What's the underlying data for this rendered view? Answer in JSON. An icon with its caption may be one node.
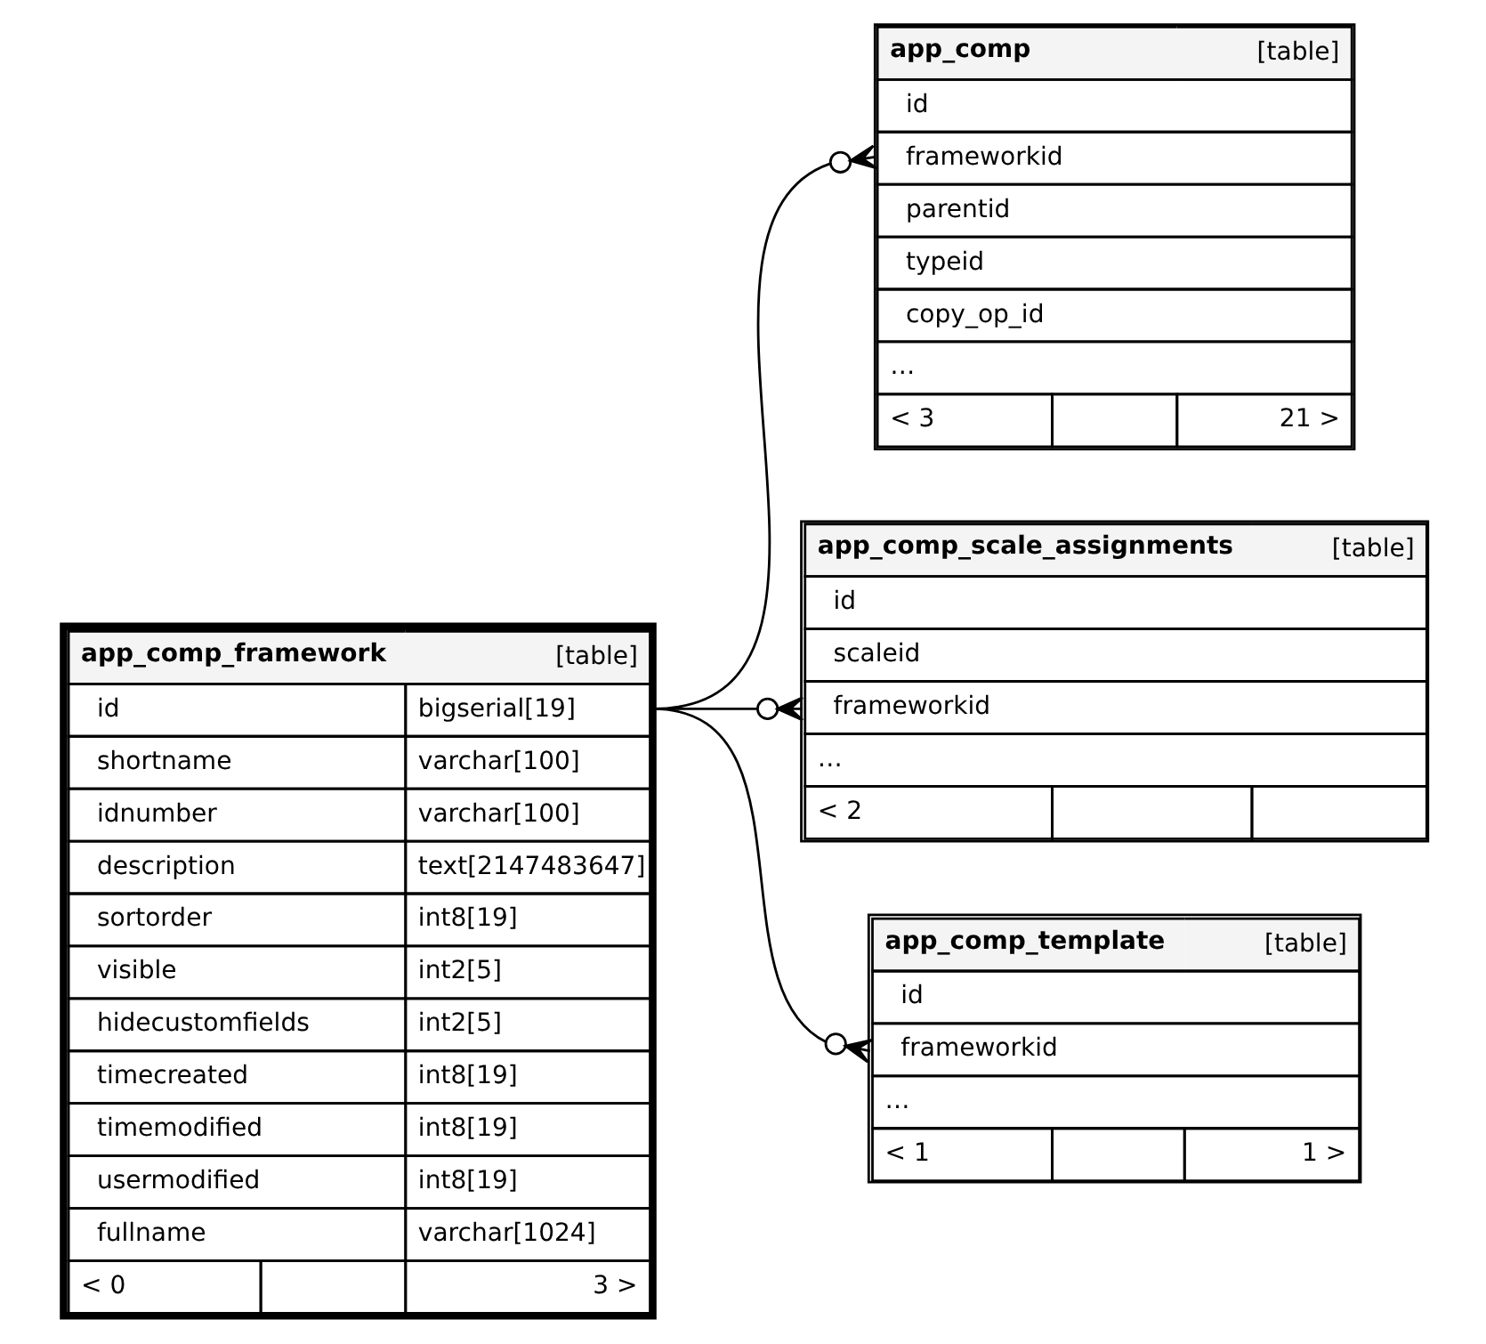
{
  "diagram": {
    "nodes": [
      {
        "text": [
          "app_comp",
          "[table]",
          "id",
          "frameworkid",
          "parentid",
          "typeid",
          "copy_op_id",
          "…",
          "< 3",
          "21 >"
        ]
      },
      {
        "text": [
          "app_comp_scale_assignments",
          "[table]",
          "id",
          "scaleid",
          "frameworkid",
          "…",
          "< 2"
        ]
      },
      {
        "text": [
          "app_comp_framework",
          "[table]",
          "id",
          "bigserial[19]",
          "shortname",
          "varchar[100]",
          "idnumber",
          "varchar[100]",
          "description",
          "text[2147483647]",
          "sortorder",
          "int8[19]",
          "visible",
          "int2[5]",
          "hidecustomfields",
          "int2[5]",
          "timecreated",
          "int8[19]",
          "timemodified",
          "int8[19]",
          "usermodified",
          "int8[19]",
          "fullname",
          "varchar[1024]",
          "< 0",
          "3 >"
        ]
      },
      {
        "text": [
          "app_comp_template",
          "[table]",
          "id",
          "frameworkid",
          "…",
          "< 1",
          "1 >"
        ]
      }
    ],
    "edges": [
      {
        "from": 2,
        "to": 0,
        "arrow": "other"
      },
      {
        "from": 2,
        "to": 1,
        "arrow": "other"
      },
      {
        "from": 2,
        "to": 3,
        "arrow": "other"
      }
    ]
  }
}
